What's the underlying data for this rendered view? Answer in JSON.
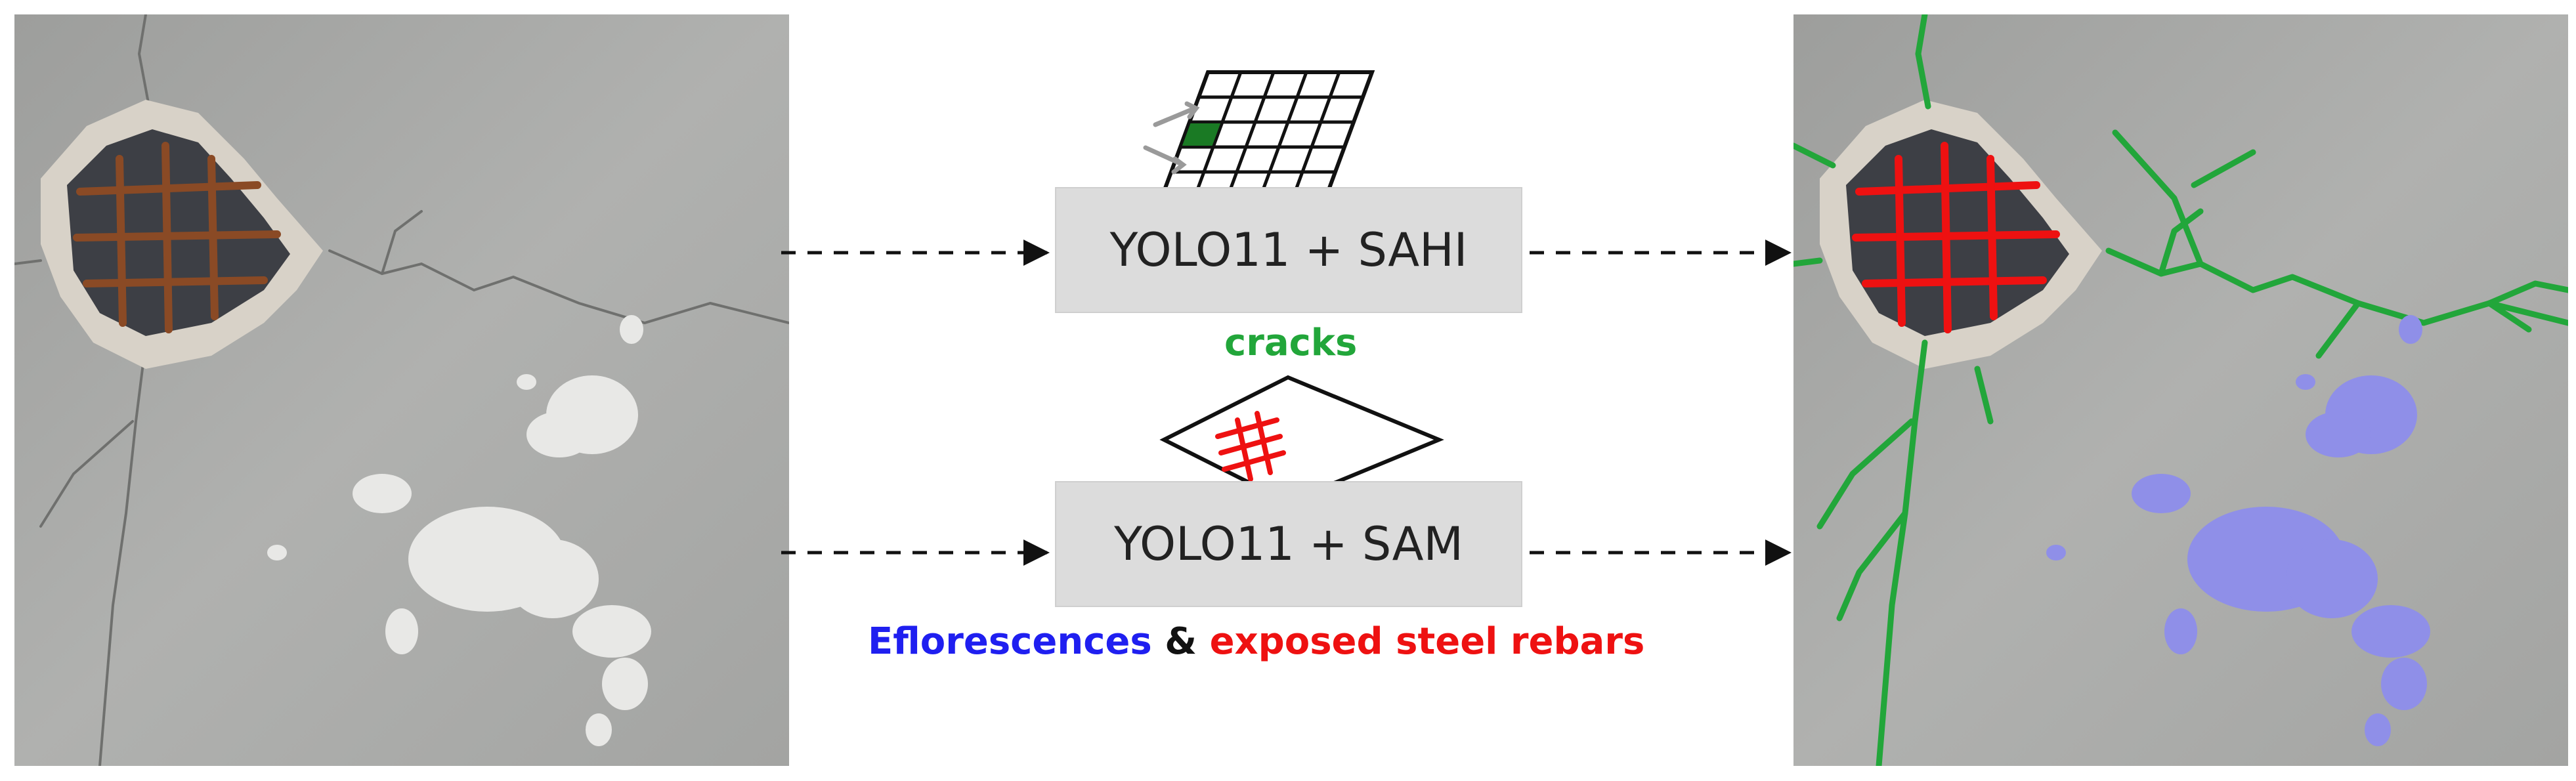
{
  "methods": {
    "sahi": {
      "label": "YOLO11 + SAHI",
      "caption": "cracks"
    },
    "sam": {
      "label": "YOLO11 + SAM"
    }
  },
  "captions": {
    "eflorescences": "Eflorescences",
    "ampersand": "&",
    "rebars": "exposed steel rebars"
  },
  "colors": {
    "cracks": "#22a63a",
    "eflorescences": "#1f1ff0",
    "rebars": "#ee1111",
    "box_fill": "#dcdcdc",
    "concrete": "#a9aaa8"
  },
  "icons": {
    "sahi": "sliced-grid-icon",
    "sam": "rebar-mask-tile-icon"
  }
}
